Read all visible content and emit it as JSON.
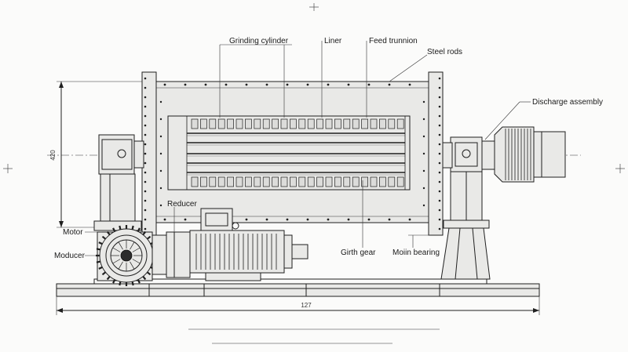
{
  "labels": {
    "grinding_cylinder": "Grinding cylinder",
    "liner": "Liner",
    "feed_trunnion": "Feed trunnion",
    "steel_rods": "Steel rods",
    "discharge_assembly": "Discharge assembly",
    "reducer": "Reducer",
    "motor": "Motor",
    "moducer": "Moducer",
    "girth_gear": "Girth gear",
    "main_bearing": "Moiin bearing"
  },
  "dimensions": {
    "height": "420",
    "width": "127"
  },
  "colors": {
    "line": "#1f1f1f",
    "paper": "#fbfbfa"
  }
}
